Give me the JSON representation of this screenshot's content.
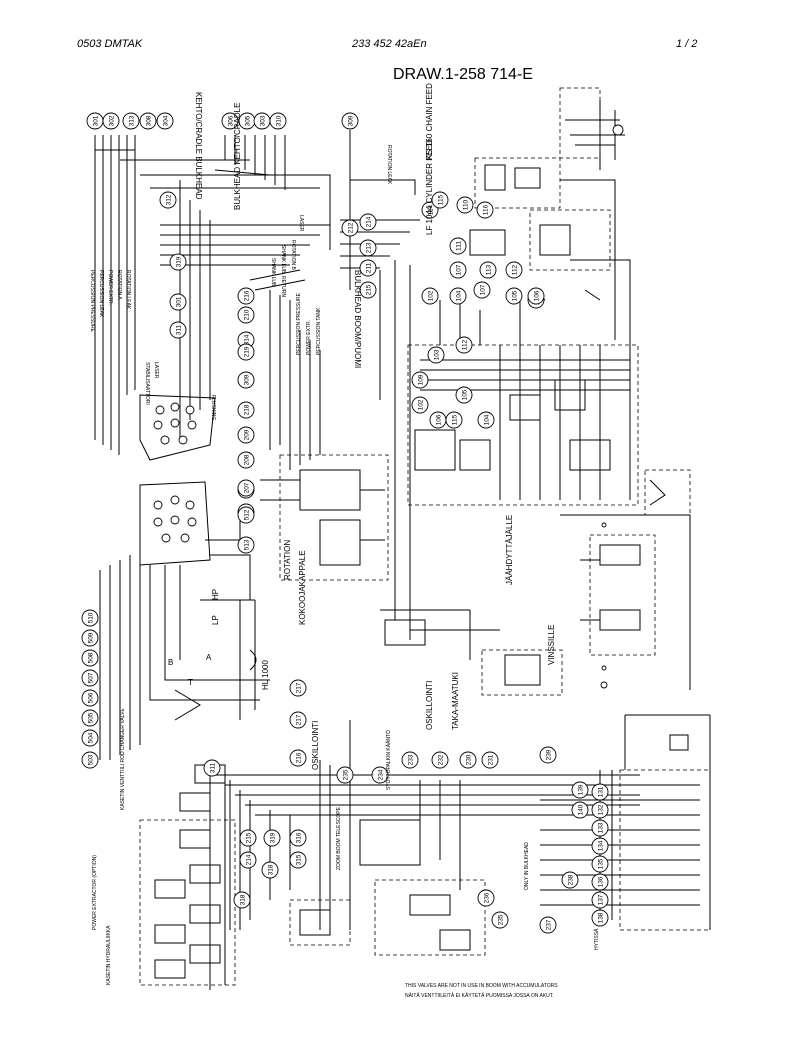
{
  "header": {
    "doc_code": "0503 DMTAK",
    "doc_number": "233 452 42aEn",
    "page": "1 / 2",
    "drawing_title": "DRAW.1-258 714-E"
  },
  "labels": {
    "rotation_leak": "ROTATION LEAK",
    "kehto_cradle_bulkhead": "KEHTO/CRADLE BULKHEAD",
    "bulkhead_kehto_cradle": "BULKHEAD KEHTO/CRADLE",
    "bulkhead_boom_puomi": "BULKHEAD BOOM/PUOMI",
    "ks160_chain_feed": "KS 160 CHAIN FEED",
    "lf1044_cylinder_feed": "LF 1044 CYLINDER FEED",
    "percussion_pressure": "PERCUSSION PRESSURE",
    "percussion_leak": "PERCUSSION LEAK",
    "power_extr": "POWER EXTR.",
    "rotation_a": "ROTATION A",
    "rotation_leak_small": "ROTATION LEAK",
    "stabilisaattori": "STABILISAATTORI",
    "laser": "LASER",
    "rotation_b": "ROTATION B",
    "shank_lub_return": "SHANK LUB. RETURN",
    "flushing": "FLUSHING",
    "shank_lub": "SHANK LUB",
    "power_extr_b": "POWER EXTR.",
    "percussion_tank": "PERCUSSION TANK",
    "rotation": "ROTATION",
    "kokoojakappale": "KOKOOJAKAPPALE",
    "hl1000": "HL 1000",
    "lp": "LP",
    "hp": "HP",
    "a": "A",
    "b": "B",
    "t": "T",
    "jaahdyttajalle": "JÄÄHDYTTÄJÄLLE",
    "vinssille": "VINSSILLE",
    "oskillointi": "OSKILLOINTI",
    "taka_maatuki": "TAKA-MAATUKI",
    "oskillointi2": "OSKILLOINTI",
    "syottopalkki": "SYÖTTÖPALKIN KÄÄNTÖ",
    "zoom": "ZOOM BOOM TELESCOPE",
    "only_in_bulkhead": "ONLY IN BULKHEAD",
    "hytissa": "HYTISSÄ",
    "power_extractor_option": "POWER EXTRACTOR (OPTION)",
    "kasetin_venttiili": "KASETIN VENTTIILI ROD CHANGER VALVE",
    "kasetin_hydr": "KASETIN HYDRAULIIKKA",
    "note1": "THIS VALVES ARE NOT IN USE IN BOOM WITH ACCUMULATORS",
    "note2": "NÄITÄ VENTTIILEITÄ EI KÄYTETÄ PUOMISSA JOSSA ON AKUT."
  },
  "callouts_top": [
    "301",
    "302",
    "313",
    "308",
    "304",
    "306",
    "305",
    "303",
    "310",
    "309"
  ],
  "callouts_left_top": [
    "312",
    "319",
    "301",
    "311",
    "314",
    "309",
    "107",
    "106"
  ],
  "callouts_mid": [
    "103",
    "102",
    "109",
    "106",
    "115",
    "105",
    "104",
    "112",
    "107",
    "111",
    "110"
  ],
  "callouts_center": [
    "212",
    "214",
    "213",
    "211",
    "215",
    "216",
    "210",
    "219",
    "218",
    "209",
    "208",
    "207"
  ],
  "callouts_right_upper": [
    "114",
    "115",
    "116",
    "113",
    "112",
    "117",
    "107",
    "105",
    "106",
    "104",
    "102"
  ],
  "callouts_left_mid": [
    "510",
    "509",
    "508",
    "507",
    "506",
    "505",
    "504",
    "503",
    "512",
    "513"
  ],
  "callouts_217": [
    "217",
    "217",
    "216",
    "215",
    "214"
  ],
  "callouts_bottom_row": [
    "235",
    "234",
    "233",
    "232",
    "230",
    "231",
    "239"
  ],
  "callouts_right_bottom": [
    "131",
    "132",
    "133",
    "134",
    "135",
    "136",
    "137",
    "138",
    "139",
    "140"
  ],
  "callouts_bottom_misc": [
    "311",
    "318",
    "319",
    "316",
    "315",
    "318",
    "237",
    "236",
    "235",
    "238"
  ]
}
